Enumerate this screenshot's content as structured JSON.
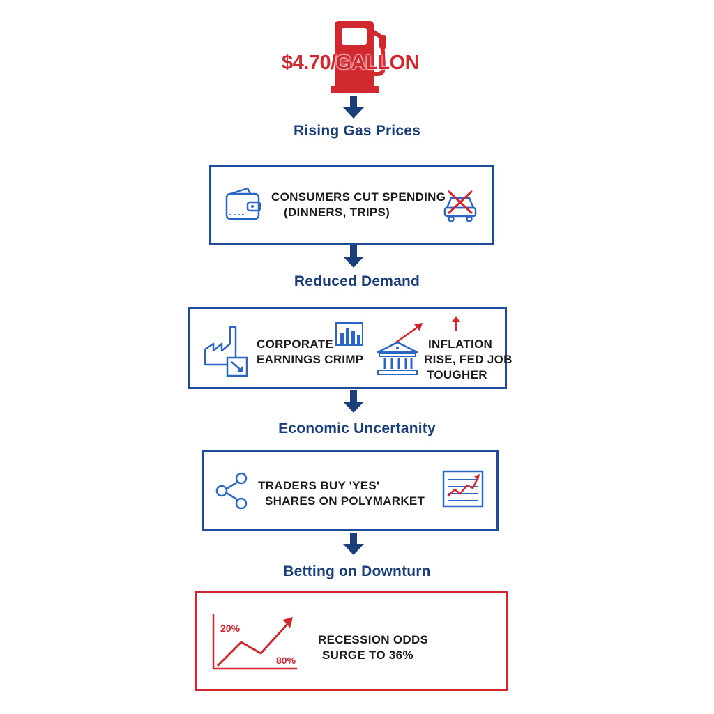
{
  "colors": {
    "navy": "#1a3e7a",
    "blue_border": "#1f4b9a",
    "red": "#d1272e",
    "icon_blue": "#2b66c4"
  },
  "top": {
    "price_text": "$4.70/GALLON",
    "icon": "gas-pump-icon"
  },
  "steps": [
    {
      "label": "Rising Gas Prices"
    },
    {
      "label": "Reduced Demand"
    },
    {
      "label": "Economic Uncertanity"
    },
    {
      "label": "Betting on Downturn"
    }
  ],
  "boxes": {
    "spending": {
      "line1": "CONSUMERS CUT SPENDING",
      "line2": "(DINNERS, TRIPS)",
      "icons": [
        "wallet-icon",
        "crossed-out-car-icon"
      ]
    },
    "corporate": {
      "left_line1": "CORPORATE",
      "left_line2": "EARNINGS CRIMP",
      "right_line1": "INFLATION",
      "right_line2": "RISE, FED JOB",
      "right_line3": "TOUGHER",
      "icons": [
        "factory-icon",
        "bar-chart-icon",
        "bank-icon",
        "up-arrow-icon"
      ]
    },
    "traders": {
      "line1": "TRADERS BUY 'YES'",
      "line2": "SHARES ON POLYMARKET",
      "icons": [
        "share-network-icon",
        "line-chart-icon"
      ]
    },
    "recession": {
      "line1": "RECESSION ODDS",
      "line2": "SURGE TO 36%",
      "chart_label_top": "20%",
      "chart_label_bottom": "80%",
      "icons": [
        "rising-trend-chart-icon"
      ]
    }
  }
}
